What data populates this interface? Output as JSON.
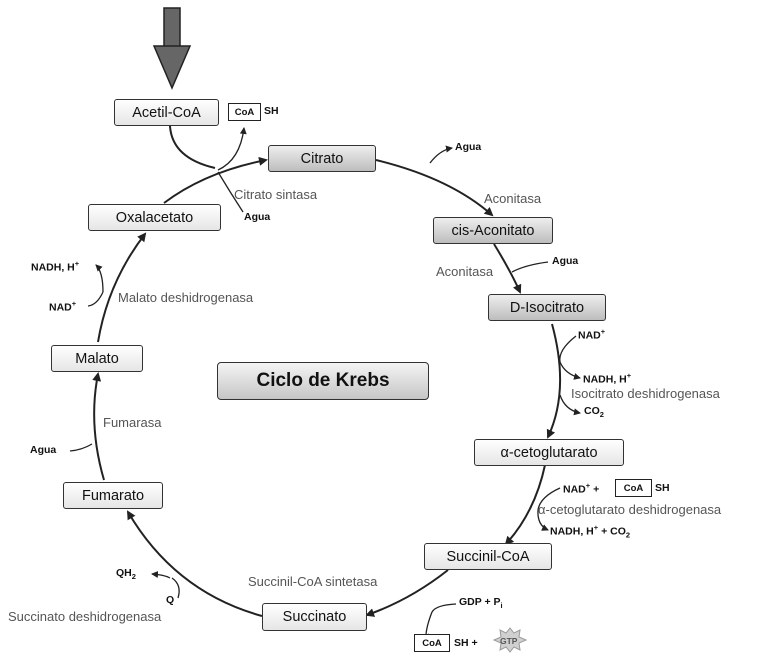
{
  "title": "Ciclo de Krebs",
  "intermediates": {
    "acetil_coa": "Acetil-CoA",
    "citrato": "Citrato",
    "cis_aconitato": "cis-Aconitato",
    "d_isocitrato": "D-Isocitrato",
    "alfa_cetoglutarato": "α-cetoglutarato",
    "succinil_coa": "Succinil-CoA",
    "succinato": "Succinato",
    "fumarato": "Fumarato",
    "malato": "Malato",
    "oxalacetato": "Oxalacetato"
  },
  "enzymes": {
    "citrato_sintasa": "Citrato sintasa",
    "aconitasa_1": "Aconitasa",
    "aconitasa_2": "Aconitasa",
    "isocitrato_deshidrogenasa": "Isocitrato deshidrogenasa",
    "alfa_cetoglutarato_deshidrogenasa": "α-cetoglutarato deshidrogenasa",
    "succinil_coa_sintetasa": "Succinil-CoA sintetasa",
    "succinato_deshidrogenasa": "Succinato deshidrogenasa",
    "fumarasa": "Fumarasa",
    "malato_deshidrogenasa": "Malato deshidrogenasa"
  },
  "cofactors": {
    "coa": "CoA",
    "sh": "SH",
    "agua": "Agua",
    "nad": "NAD",
    "nadh": "NADH, H",
    "co": "CO",
    "two": "2",
    "plus": "+",
    "sup_plus": "+",
    "gdp": "GDP + P",
    "i": "i",
    "gtp": "GTP",
    "qh": "QH",
    "q": "Q"
  },
  "colors": {
    "line": "#222222",
    "label": "#555555",
    "input_arrow": "#555555",
    "gtp_star": "#cfcfcf"
  }
}
